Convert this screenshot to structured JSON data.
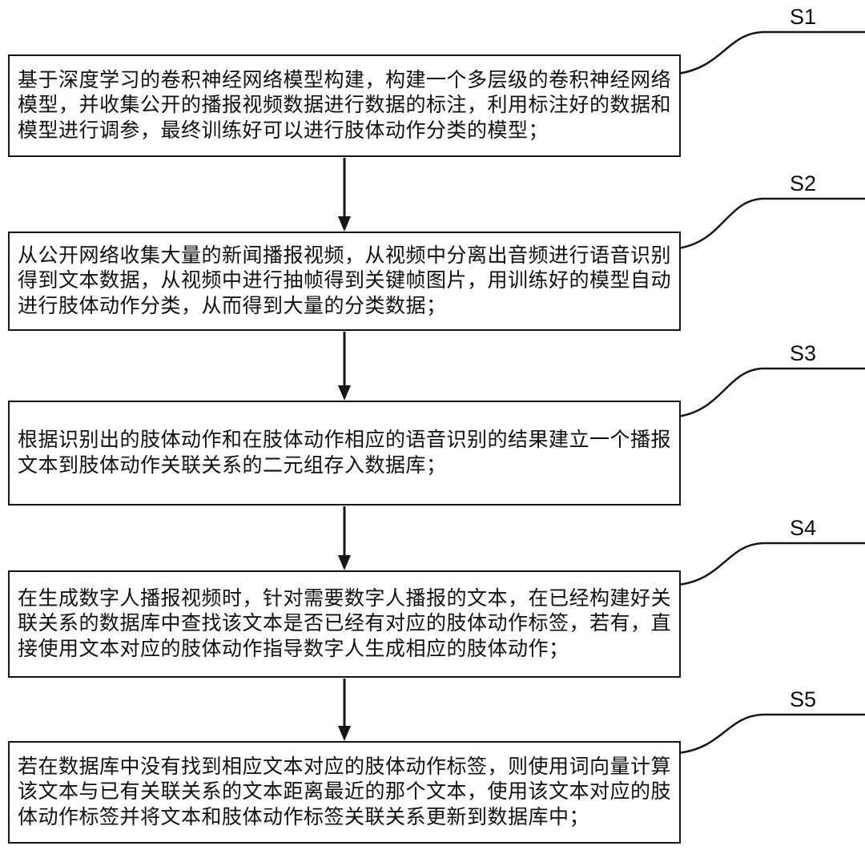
{
  "page": {
    "background_color": "#ffffff",
    "line_color": "#161616",
    "diagram_type": "flowchart"
  },
  "steps": [
    {
      "label": "S1",
      "text": "基于深度学习的卷积神经网络模型构建，构建一个多层级的卷积神经网络模型，并收集公开的播报视频数据进行数据的标注，利用标注好的数据和模型进行调参，最终训练好可以进行肢体动作分类的模型；"
    },
    {
      "label": "S2",
      "text": "从公开网络收集大量的新闻播报视频，从视频中分离出音频进行语音识别得到文本数据，从视频中进行抽帧得到关键帧图片，用训练好的模型自动进行肢体动作分类，从而得到大量的分类数据；"
    },
    {
      "label": "S3",
      "text": "根据识别出的肢体动作和在肢体动作相应的语音识别的结果建立一个播报文本到肢体动作关联关系的二元组存入数据库；"
    },
    {
      "label": "S4",
      "text": "在生成数字人播报视频时，针对需要数字人播报的文本，在已经构建好关联关系的数据库中查找该文本是否已经有对应的肢体动作标签，若有，直接使用文本对应的肢体动作指导数字人生成相应的肢体动作；"
    },
    {
      "label": "S5",
      "text": "若在数据库中没有找到相应文本对应的肢体动作标签，则使用词向量计算该文本与已有关联关系的文本距离最近的那个文本，使用该文本对应的肢体动作标签并将文本和肢体动作标签关联关系更新到数据库中；"
    }
  ]
}
